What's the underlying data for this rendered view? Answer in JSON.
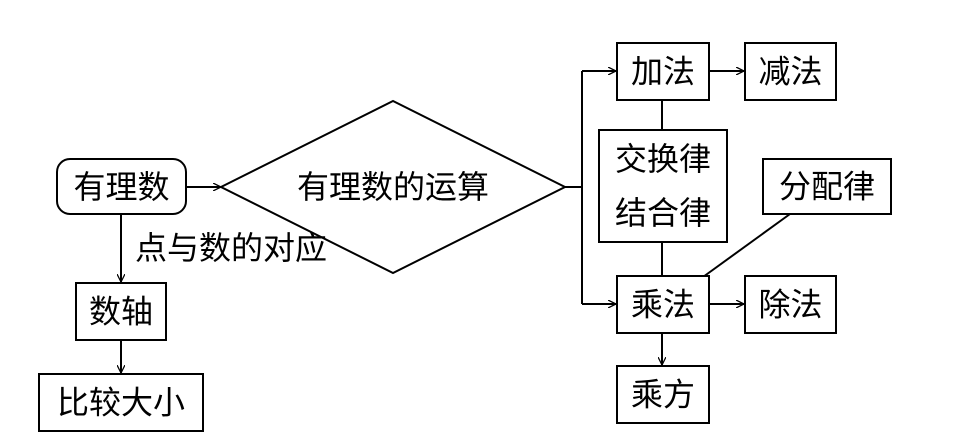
{
  "nodes": {
    "rational": "有理数",
    "operations": "有理数的运算",
    "correspondence": "点与数的对应",
    "number_line": "数轴",
    "compare": "比较大小",
    "addition": "加法",
    "subtraction": "减法",
    "laws_line1": "交换律",
    "laws_line2": "结合律",
    "distributive": "分配律",
    "multiplication": "乘法",
    "division": "除法",
    "power": "乘方"
  }
}
